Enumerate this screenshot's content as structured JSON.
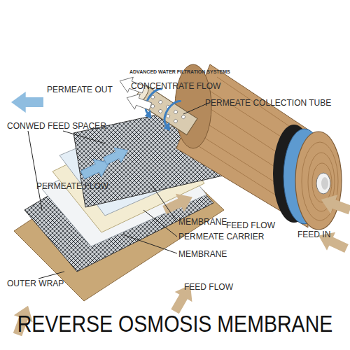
{
  "diagram": {
    "title": "ADVANCED WATER FILTRATION SYSTEMS",
    "caption": "REVERSE OSMOSIS MEMBRANE",
    "labels": [
      "CONCENTRATE FLOW",
      "PERMEATE OUT",
      "PERMEATE COLLECTION TUBE",
      "CONWED FEED SPACER",
      "PERMEATE FLOW",
      "MEMBRANE",
      "FEED FLOW",
      "FEED IN",
      "PERMEATE CARRIER",
      "MEMBRANE",
      "OUTER WRAP",
      "FEED FLOW"
    ]
  }
}
